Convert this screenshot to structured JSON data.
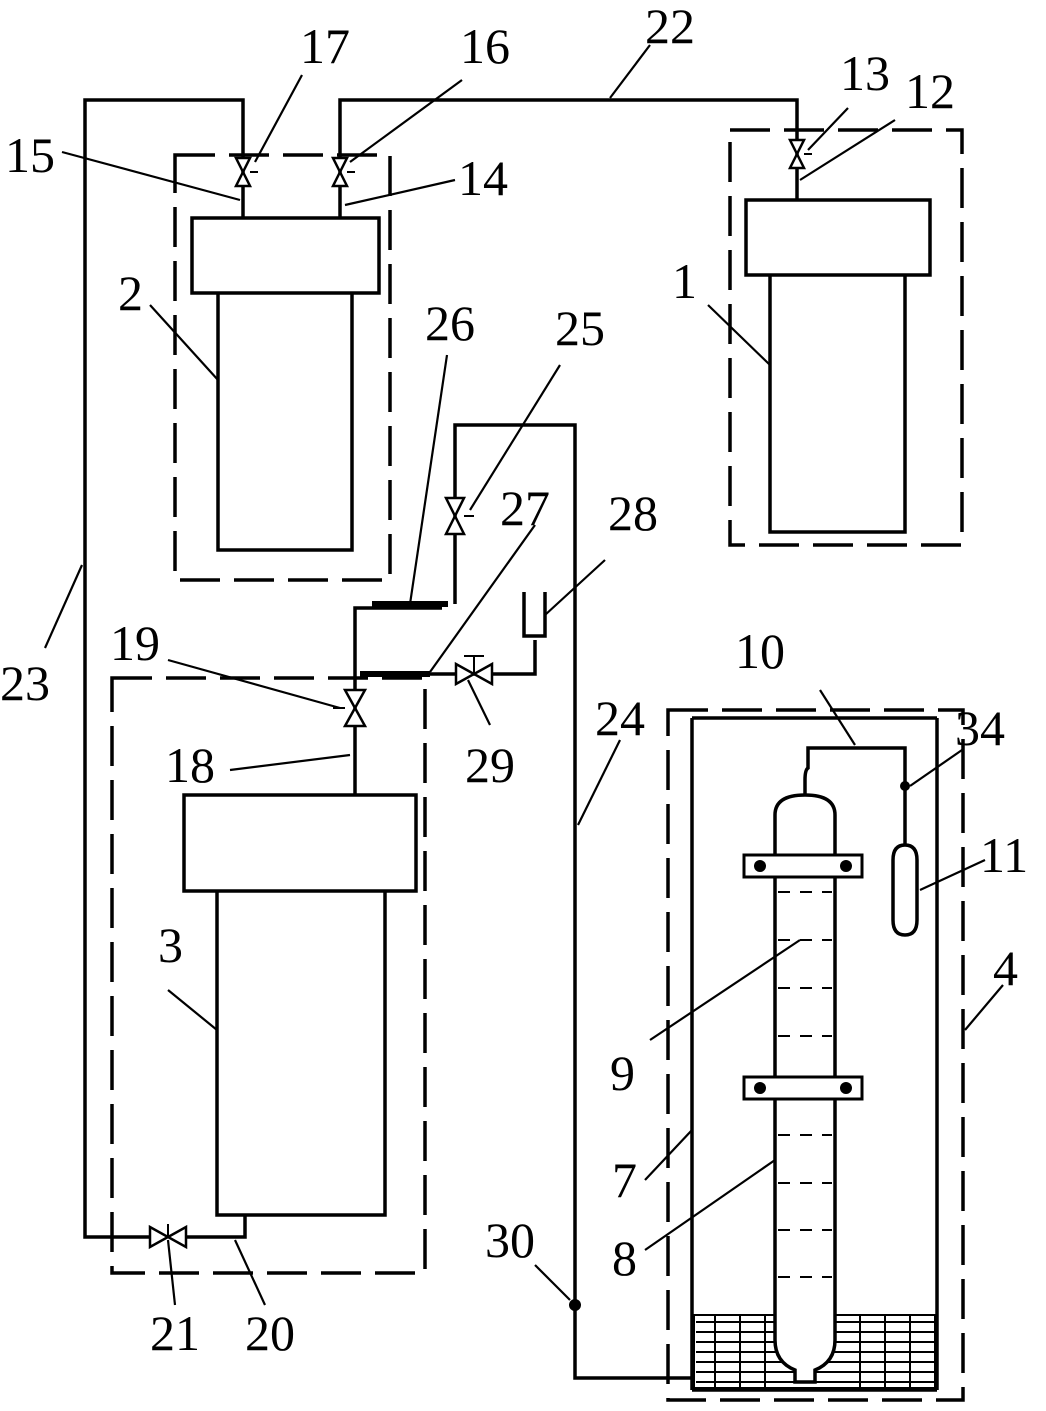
{
  "labels": {
    "n1": "1",
    "n2": "2",
    "n3": "3",
    "n4": "4",
    "n7": "7",
    "n8": "8",
    "n9": "9",
    "n10": "10",
    "n11": "11",
    "n12": "12",
    "n13": "13",
    "n14": "14",
    "n15": "15",
    "n16": "16",
    "n17": "17",
    "n18": "18",
    "n19": "19",
    "n20": "20",
    "n21": "21",
    "n22": "22",
    "n23": "23",
    "n24": "24",
    "n25": "25",
    "n26": "26",
    "n27": "27",
    "n28": "28",
    "n29": "29",
    "n30": "30",
    "n34": "34"
  }
}
